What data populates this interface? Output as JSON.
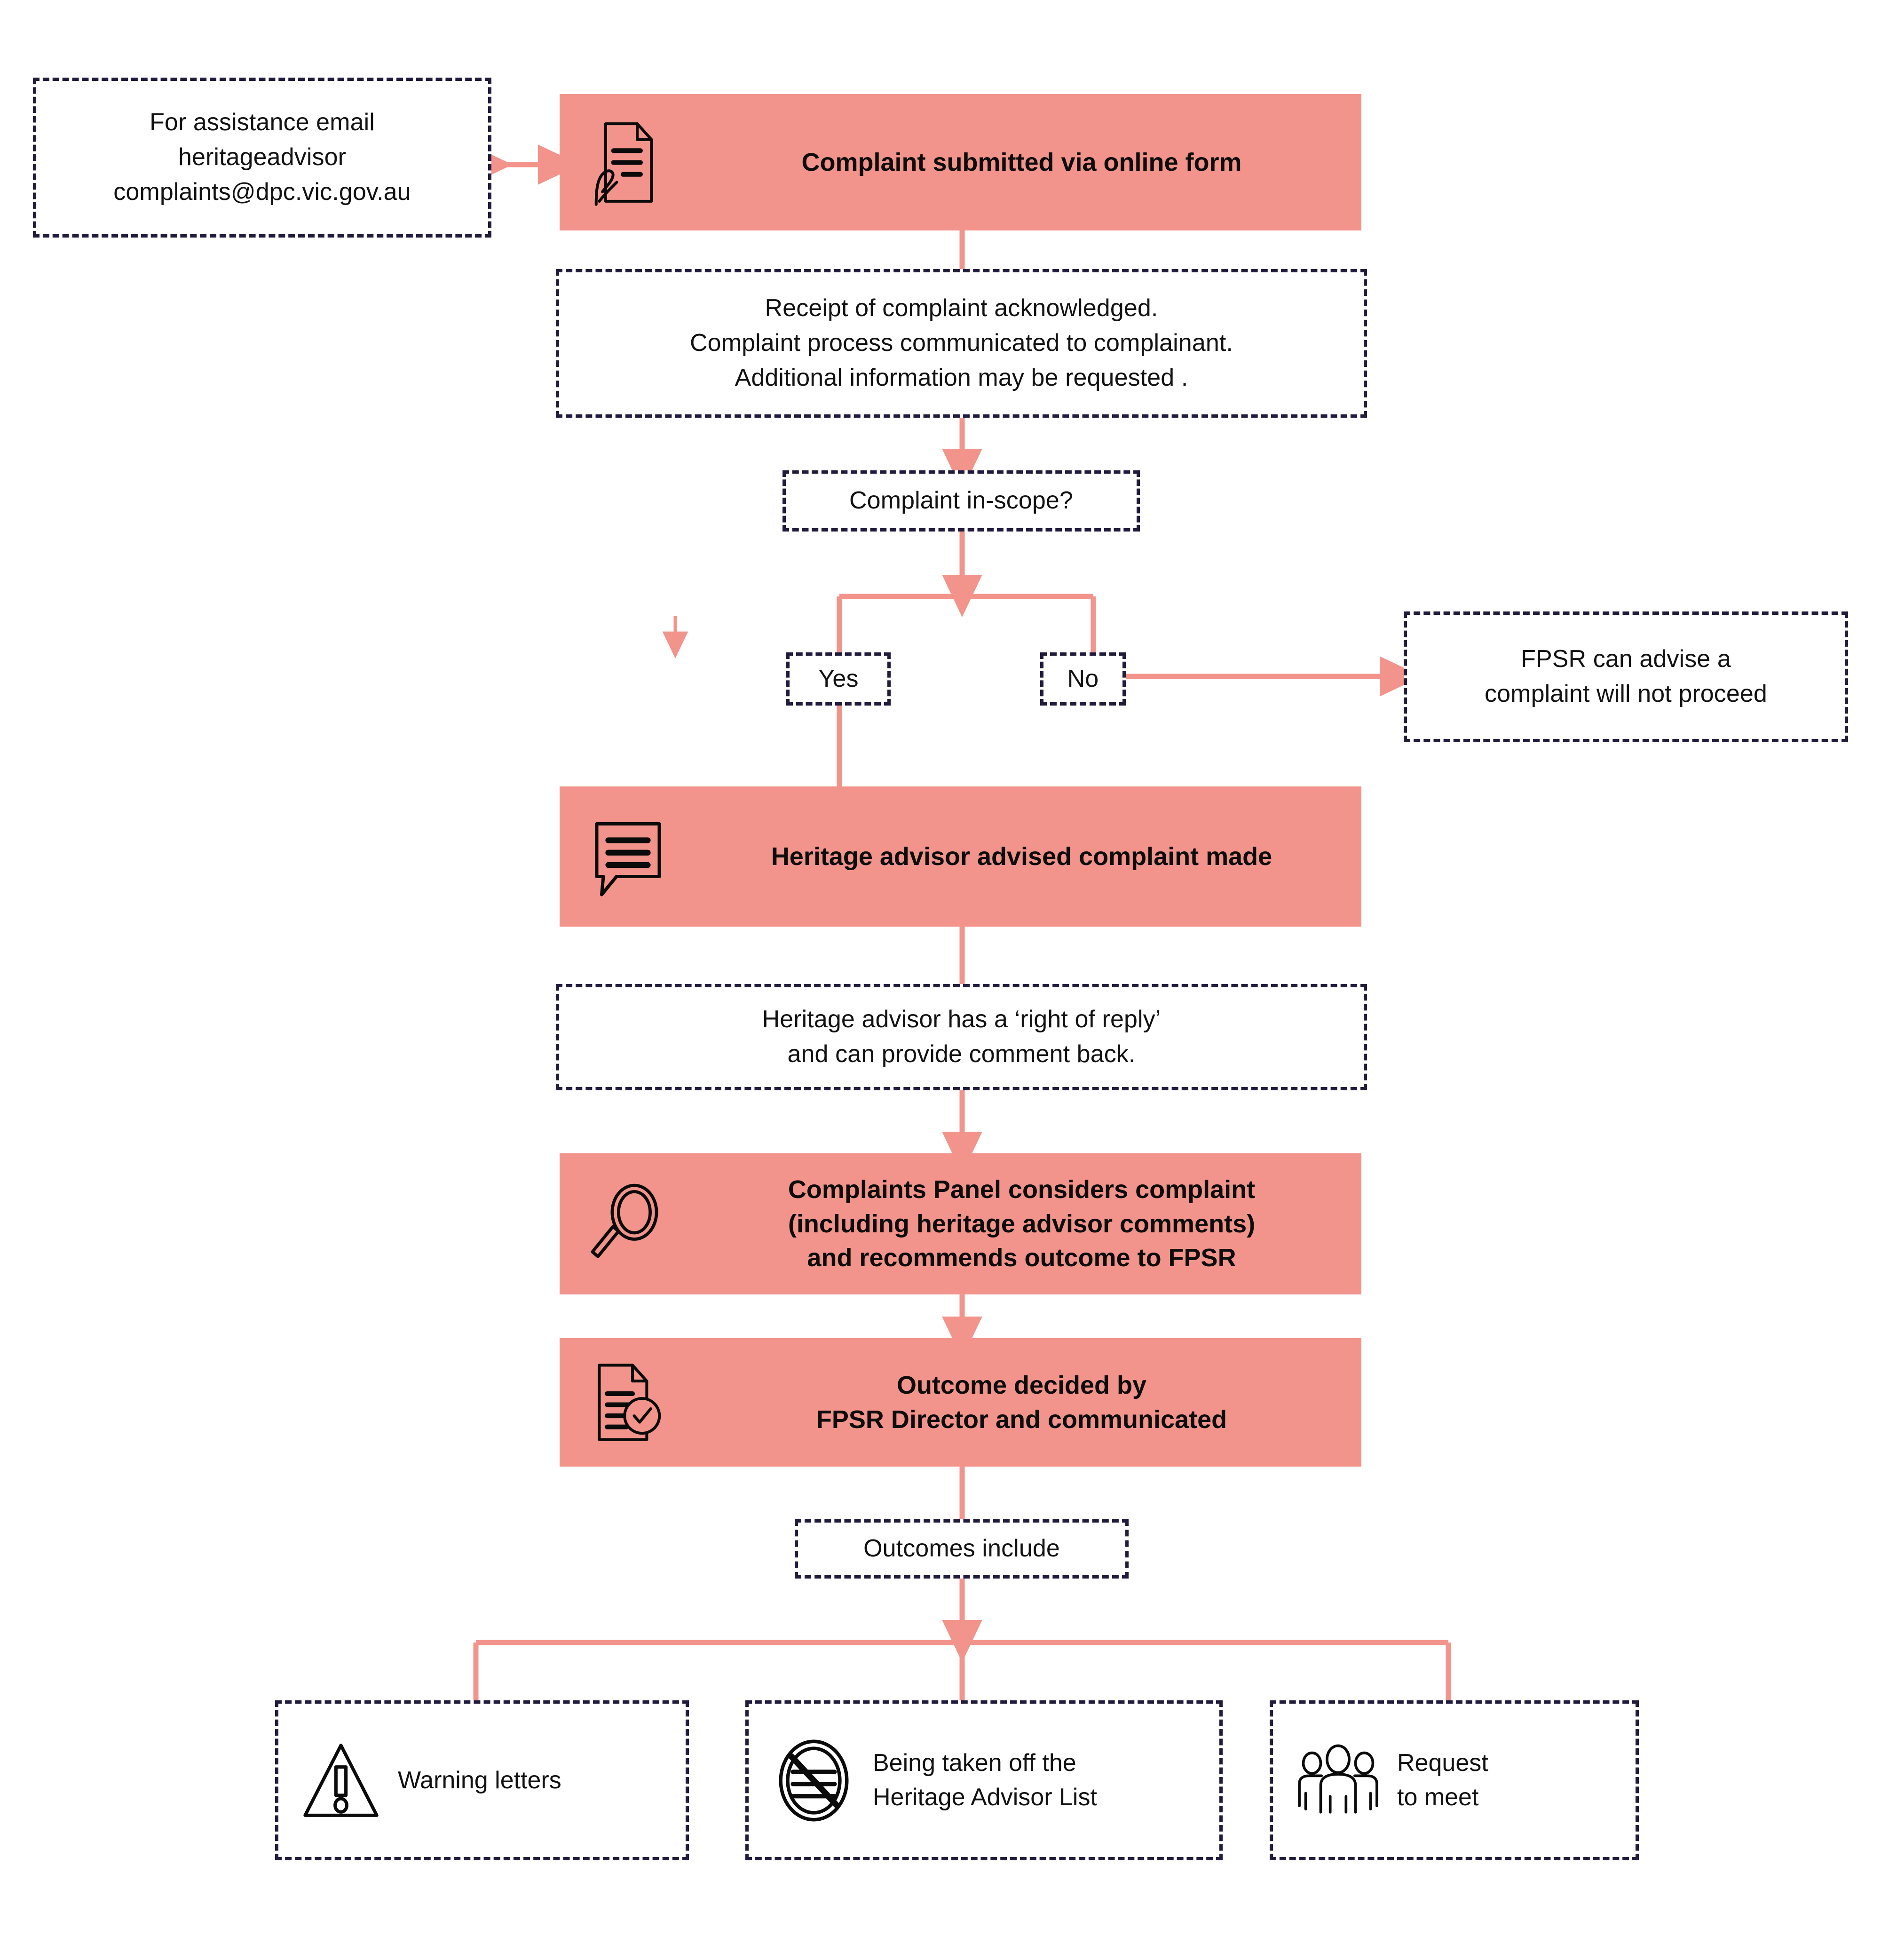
{
  "theme": {
    "accent_pink": "#F2948B",
    "outline_navy": "#211B3E",
    "text_black": "#111111",
    "background": "#FFFFFF"
  },
  "nodes": {
    "assistance_note": {
      "text": "For assistance email\nheritageadvisor\ncomplaints@dpc.vic.gov.au",
      "icon": "none"
    },
    "complaint_submitted": {
      "text": "Complaint submitted via online form",
      "icon": "document-hand-writing-icon"
    },
    "acknowledgement": {
      "text": "Receipt of complaint acknowledged.\nComplaint process communicated to complainant.\nAdditional information may be requested ."
    },
    "in_scope_question": {
      "text": "Complaint in-scope?"
    },
    "branch_yes": {
      "text": "Yes"
    },
    "branch_no": {
      "text": "No"
    },
    "not_proceed": {
      "text": "FPSR can advise a\ncomplaint will not proceed"
    },
    "advisor_advised": {
      "text": "Heritage advisor advised complaint made",
      "icon": "speech-bubble-icon"
    },
    "right_of_reply": {
      "text": "Heritage advisor has a ‘right of reply’\nand can provide comment back."
    },
    "panel_considers": {
      "text": "Complaints Panel considers complaint\n(including heritage advisor comments)\nand recommends outcome to FPSR",
      "icon": "magnifying-glass-icon"
    },
    "outcome_decided": {
      "text": "Outcome decided by\nFPSR Director and communicated",
      "icon": "checklist-document-icon"
    },
    "outcomes_include": {
      "text": "Outcomes include"
    }
  },
  "outcomes": [
    {
      "text": "Warning letters",
      "icon": "warning-triangle-icon"
    },
    {
      "text": "Being taken off the\nHeritage Advisor List",
      "icon": "no-list-icon"
    },
    {
      "text": "Request\nto meet",
      "icon": "three-people-icon"
    }
  ]
}
